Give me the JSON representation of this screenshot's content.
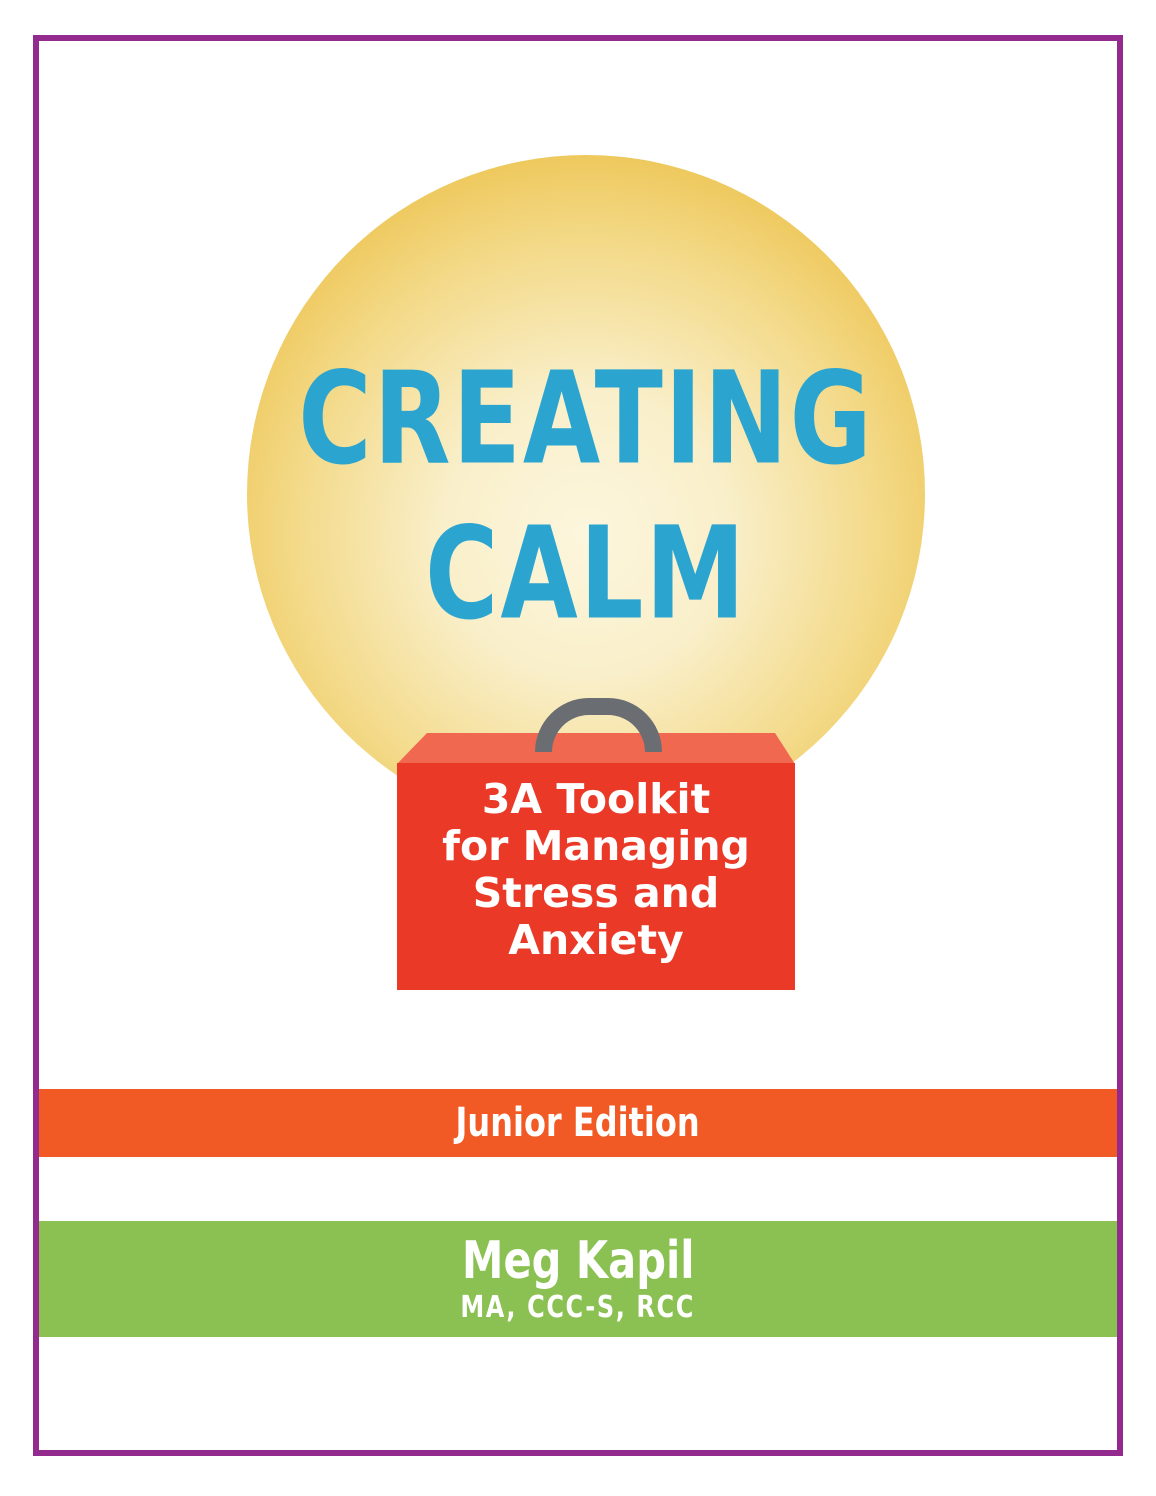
{
  "cover": {
    "title_line1": "CREATING",
    "title_line2": "CALM",
    "title_color": "#2BA5D0",
    "border_color": "#932A8D",
    "background_color": "#FFFFFF",
    "sun_edge_color": "#E9B32C",
    "sun_center_color": "#FCF6DD"
  },
  "toolbox": {
    "label_lines": {
      "0": "3A Toolkit",
      "1": "for Managing",
      "2": "Stress and",
      "3": "Anxiety"
    },
    "box_color": "#EB3928",
    "lid_color": "#F0684F",
    "handle_color": "#6A6E73",
    "text_color": "#FFFFFF"
  },
  "edition_band": {
    "label": "Junior Edition",
    "color": "#F15A25",
    "text_color": "#FFFFFF"
  },
  "author_band": {
    "name": "Meg Kapil",
    "credentials": "MA, CCC-S, RCC",
    "color": "#8BC053",
    "text_color": "#FFFFFF"
  }
}
